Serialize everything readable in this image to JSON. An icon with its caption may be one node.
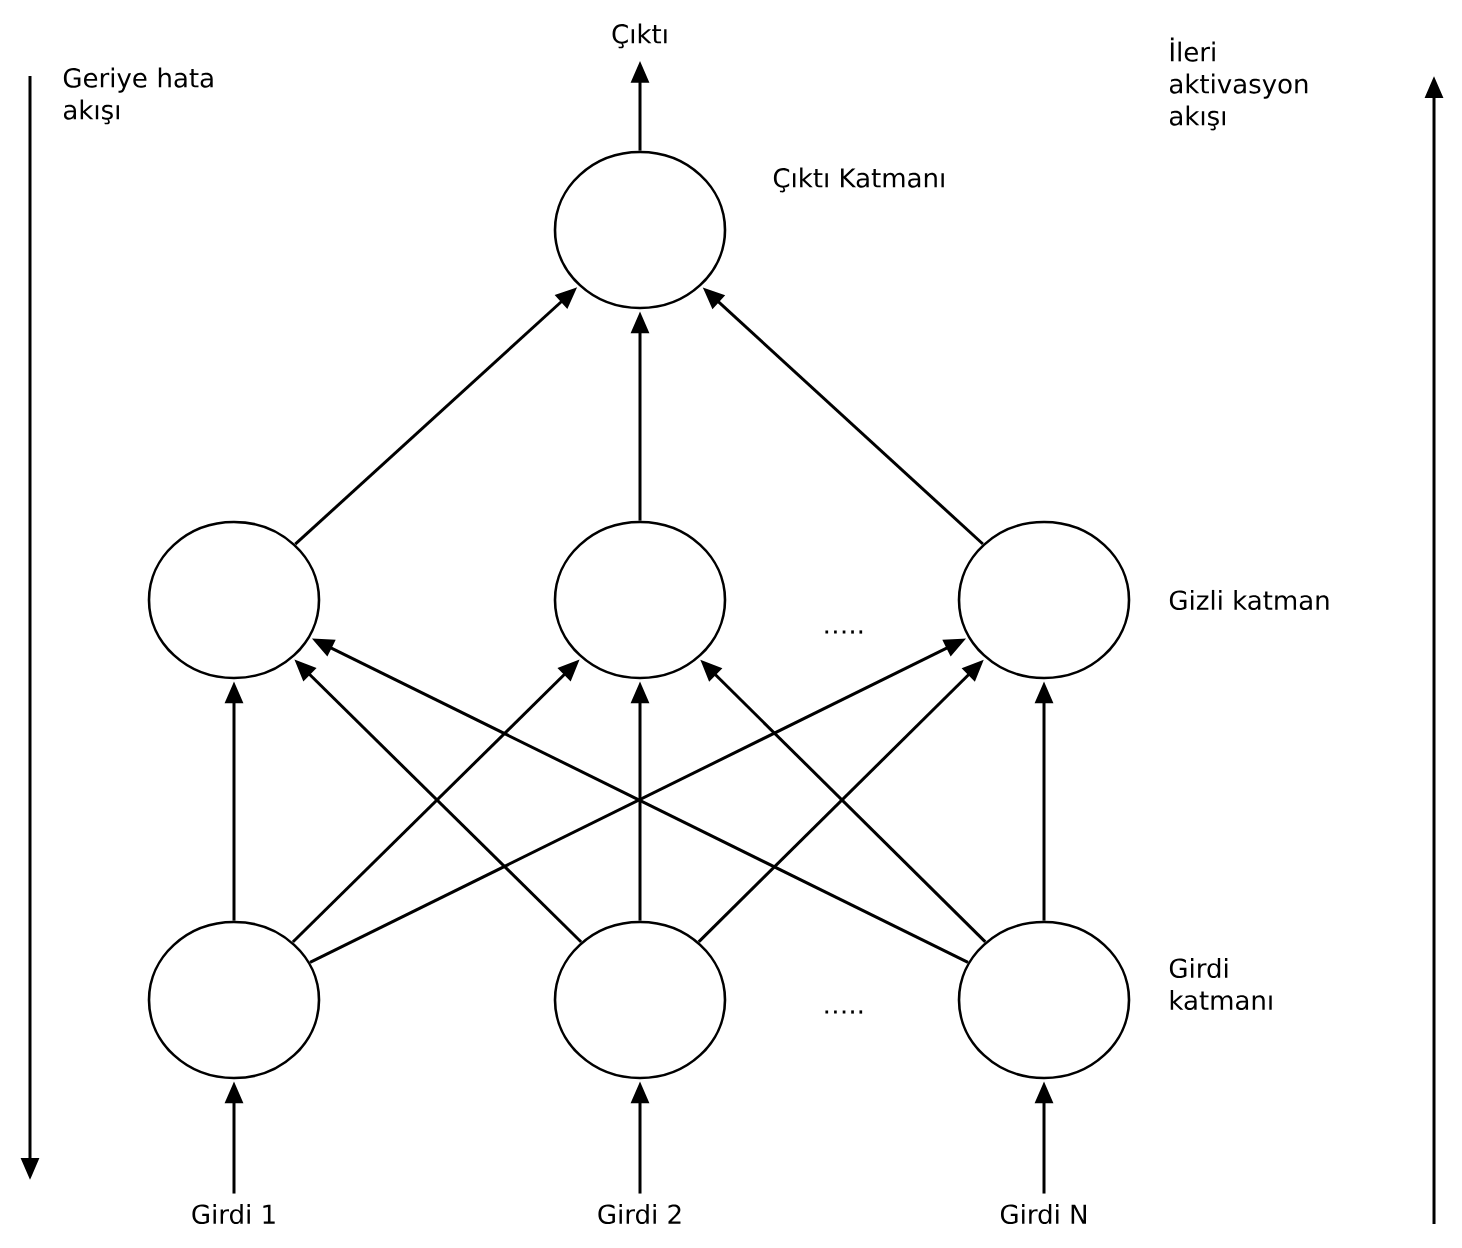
{
  "diagram": {
    "nodes": [
      {
        "text": [
          "Çıktı"
        ]
      },
      {
        "text": [],
        "shape": "circle"
      },
      {
        "text": [],
        "shape": "circle"
      },
      {
        "text": [],
        "shape": "circle"
      },
      {
        "text": [],
        "shape": "circle"
      },
      {
        "text": [],
        "shape": "circle"
      },
      {
        "text": [],
        "shape": "circle"
      },
      {
        "text": [],
        "shape": "circle"
      },
      {
        "text": [
          "Girdi 1"
        ]
      },
      {
        "text": [
          "Girdi 2"
        ]
      },
      {
        "text": [
          "Girdi N"
        ]
      }
    ],
    "edges": [
      {
        "from": 1,
        "to": 0,
        "arrow": "to"
      },
      {
        "from": 2,
        "to": 1,
        "arrow": "to"
      },
      {
        "from": 3,
        "to": 1,
        "arrow": "to"
      },
      {
        "from": 4,
        "to": 1,
        "arrow": "to"
      },
      {
        "from": 5,
        "to": 2,
        "arrow": "to"
      },
      {
        "from": 5,
        "to": 3,
        "arrow": "to"
      },
      {
        "from": 5,
        "to": 4,
        "arrow": "to"
      },
      {
        "from": 6,
        "to": 2,
        "arrow": "to"
      },
      {
        "from": 6,
        "to": 3,
        "arrow": "to"
      },
      {
        "from": 6,
        "to": 4,
        "arrow": "to"
      },
      {
        "from": 7,
        "to": 2,
        "arrow": "to"
      },
      {
        "from": 7,
        "to": 3,
        "arrow": "to"
      },
      {
        "from": 7,
        "to": 4,
        "arrow": "to"
      },
      {
        "from": 8,
        "to": 5,
        "arrow": "to"
      },
      {
        "from": 9,
        "to": 6,
        "arrow": "to"
      },
      {
        "from": 10,
        "to": 7,
        "arrow": "to"
      }
    ],
    "labels": [
      "Geriye hata akışı",
      "İleri aktivasyon akışı",
      "Çıktı Katmanı",
      "…..",
      "Gizli katman",
      "Girdi katmanı",
      "….."
    ]
  }
}
